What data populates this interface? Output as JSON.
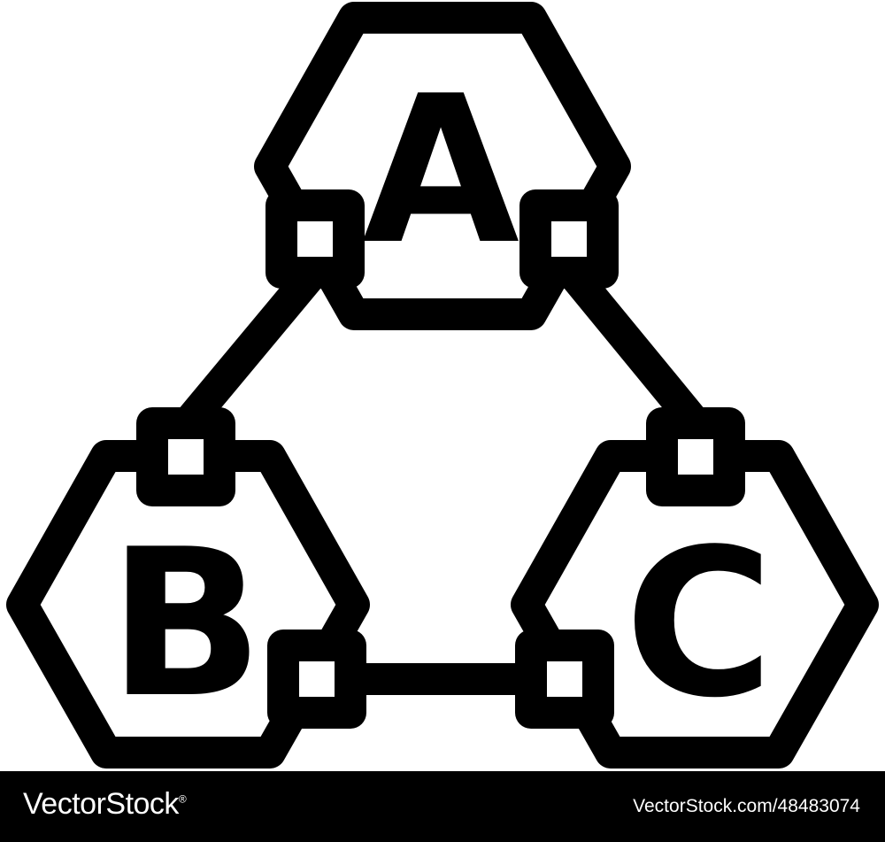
{
  "diagram": {
    "nodes": [
      {
        "id": "a",
        "label": "A"
      },
      {
        "id": "b",
        "label": "B"
      },
      {
        "id": "c",
        "label": "C"
      }
    ],
    "edges": [
      {
        "from": "a",
        "to": "b"
      },
      {
        "from": "a",
        "to": "c"
      },
      {
        "from": "b",
        "to": "c"
      }
    ],
    "colors": {
      "stroke": "#000000",
      "fill": "#ffffff",
      "footer": "#000000",
      "footer_text": "#ffffff"
    }
  },
  "footer": {
    "brand": "VectorStock",
    "brand_mark": "®",
    "url": "VectorStock.com/48483074"
  }
}
